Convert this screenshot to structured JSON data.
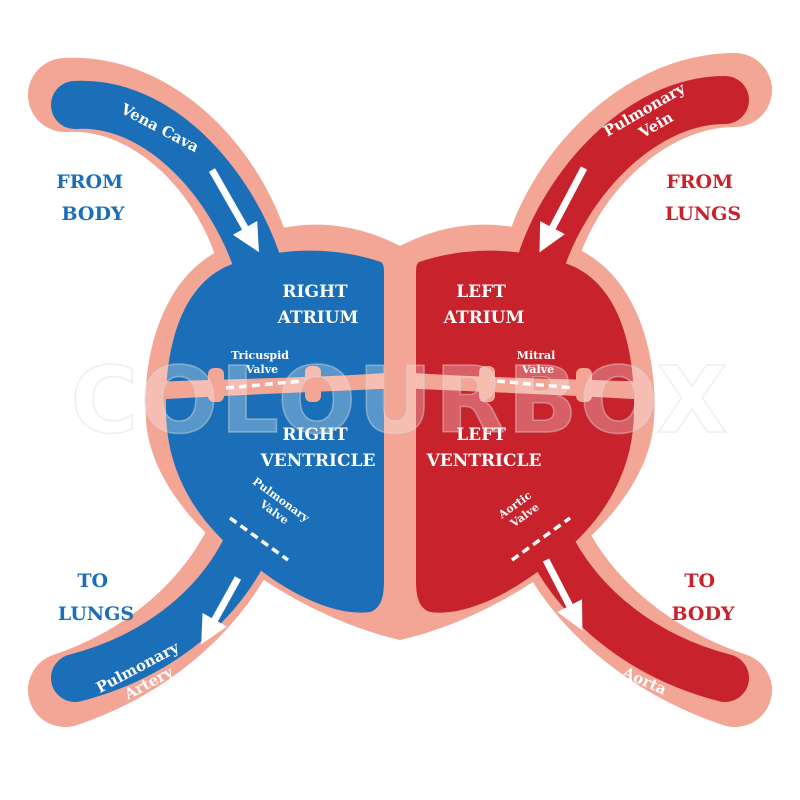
{
  "colors": {
    "blood_blue": "#1a6fb8",
    "blood_red": "#c8232c",
    "tissue_outline": "#f3a596"
  },
  "labels": {
    "from_body": [
      "FROM",
      "BODY"
    ],
    "from_lungs": [
      "FROM",
      "LUNGS"
    ],
    "to_lungs": [
      "TO",
      "LUNGS"
    ],
    "to_body": [
      "TO",
      "BODY"
    ]
  },
  "chambers": {
    "right_atrium": [
      "RIGHT",
      "ATRIUM"
    ],
    "left_atrium": [
      "LEFT",
      "ATRIUM"
    ],
    "right_ventricle": [
      "RIGHT",
      "VENTRICLE"
    ],
    "left_ventricle": [
      "LEFT",
      "VENTRICLE"
    ]
  },
  "valves": {
    "tricuspid": [
      "Tricuspid",
      "Valve"
    ],
    "mitral": [
      "Mitral",
      "Valve"
    ],
    "pulmonary": [
      "Pulmonary",
      "Valve"
    ],
    "aortic": [
      "Aortic",
      "Valve"
    ]
  },
  "vessels": {
    "vena_cava": "Vena Cava",
    "pulmonary_vein": [
      "Pulmonary",
      "Vein"
    ],
    "pulmonary_artery": [
      "Pulmonary",
      "Artery"
    ],
    "aorta": "Aorta"
  },
  "watermark": "COLOURBOX"
}
